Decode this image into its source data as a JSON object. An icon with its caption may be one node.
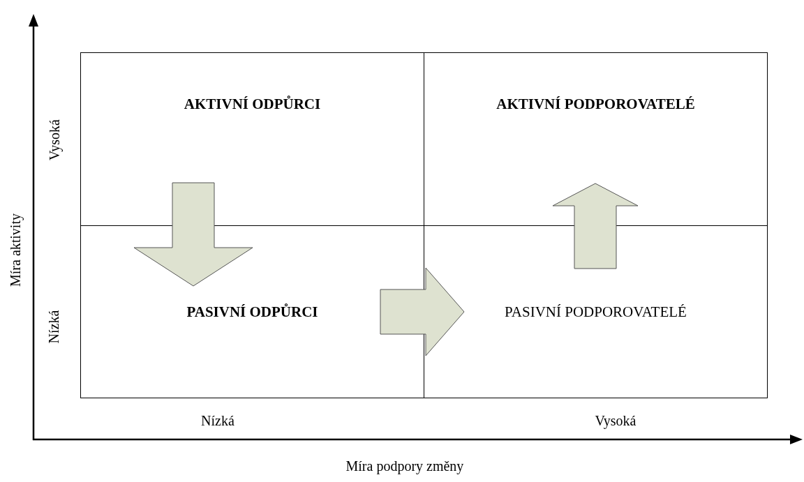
{
  "diagram": {
    "nodes": [
      {
        "text": [
          "AKTIVNÍ ODPŮRCI"
        ]
      },
      {
        "text": [
          "AKTIVNÍ PODPOROVATELÉ"
        ]
      },
      {
        "text": [
          "PASIVNÍ ODPŮRCI"
        ]
      },
      {
        "text": [
          "PASIVNÍ PODPOROVATELÉ"
        ]
      }
    ],
    "edges": [
      {
        "from": 0,
        "to": 2,
        "arrow": "to"
      },
      {
        "from": 2,
        "to": 3,
        "arrow": "to"
      },
      {
        "from": 3,
        "to": 1,
        "arrow": "to"
      }
    ],
    "labels": [
      "Vysoká",
      "Míra aktivity",
      "Nízká",
      "Nízká",
      "Vysoká",
      "Míra podpory změny"
    ]
  }
}
